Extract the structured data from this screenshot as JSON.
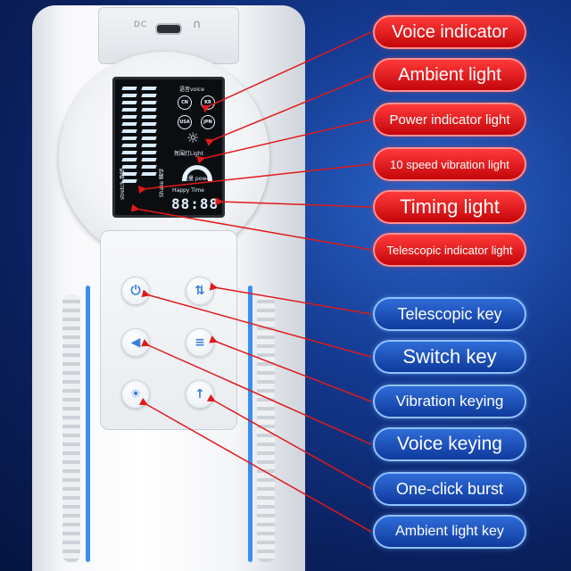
{
  "device": {
    "dc_label": "DC",
    "lcd": {
      "voice_label": "语音voice",
      "badge_cn": "CN",
      "badge_kr": "KR",
      "badge_usa": "USA",
      "badge_jpn": "JPN",
      "light_label": "氛围灯Light",
      "power_label": "电量 power",
      "time_label": "Happy Time",
      "digits": "88:88",
      "stretch_label": "stretch 伸缩",
      "shake_label": "Shake 震动"
    }
  },
  "callouts": {
    "voice_indicator": "Voice indicator",
    "ambient_light": "Ambient light",
    "power_indicator_light": "Power indicator light",
    "vibration_speed": "10 speed vibration light",
    "timing_light": "Timing light",
    "telescopic_indicator_light": "Telescopic indicator light",
    "telescopic_key": "Telescopic key",
    "switch_key": "Switch key",
    "vibration_keying": "Vibration keying",
    "voice_keying": "Voice keying",
    "one_click_burst": "One-click burst",
    "ambient_light_key": "Ambient light key"
  },
  "colors": {
    "callout_red": "#d8080c",
    "callout_blue": "#1a4fbf",
    "key_icon": "#3a80d6",
    "leader_red": "#e01a1a"
  }
}
